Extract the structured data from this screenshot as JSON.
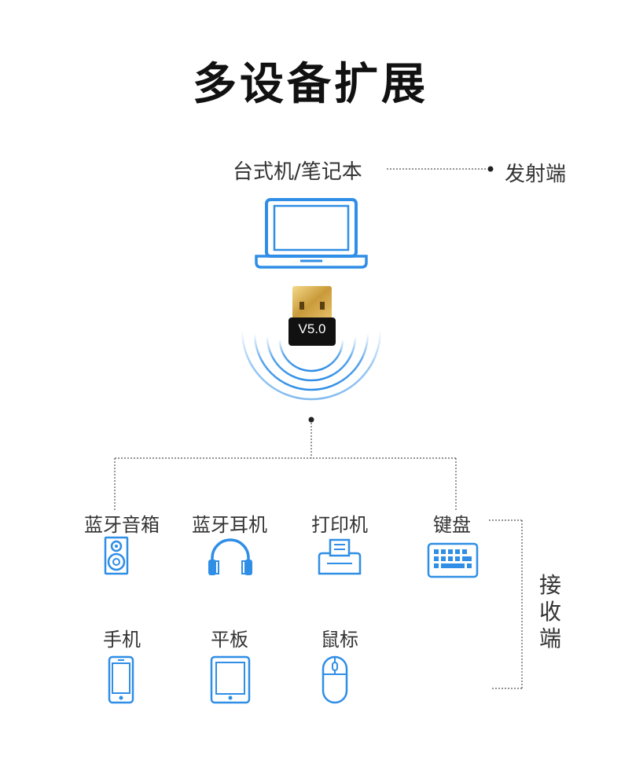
{
  "title": "多设备扩展",
  "sender": {
    "device_label": "台式机/笔记本",
    "role_label": "发射端"
  },
  "dongle": {
    "version_label": "V5.0"
  },
  "receivers": {
    "role_label": "接收端",
    "devices": [
      {
        "label": "蓝牙音箱",
        "icon": "speaker-icon"
      },
      {
        "label": "蓝牙耳机",
        "icon": "headphones-icon"
      },
      {
        "label": "打印机",
        "icon": "printer-icon"
      },
      {
        "label": "键盘",
        "icon": "keyboard-icon"
      },
      {
        "label": "手机",
        "icon": "phone-icon"
      },
      {
        "label": "平板",
        "icon": "tablet-icon"
      },
      {
        "label": "鼠标",
        "icon": "mouse-icon"
      }
    ]
  },
  "colors": {
    "accent_blue": "#2f8ee6",
    "line_gray": "#555555"
  }
}
